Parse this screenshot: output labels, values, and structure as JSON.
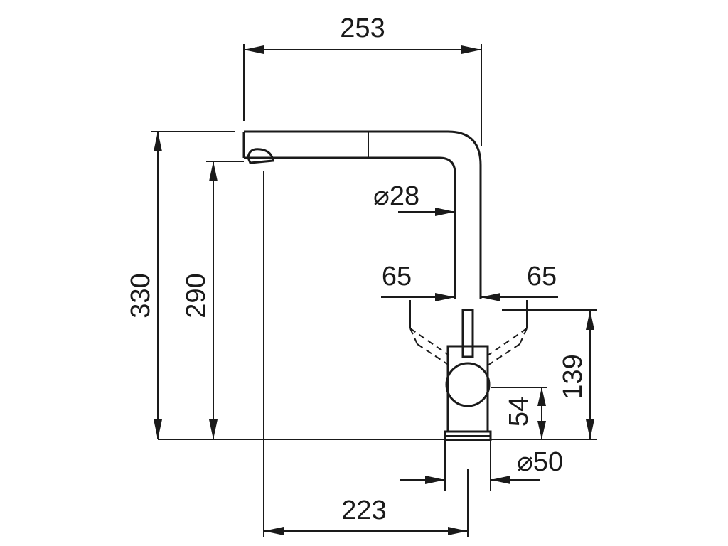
{
  "dimensions": {
    "overall_width": "253",
    "overall_height": "330",
    "spout_height": "290",
    "spout_diameter": "⌀28",
    "handle_swing_left": "65",
    "handle_swing_right": "65",
    "body_height": "139",
    "body_small_height": "54",
    "base_diameter": "⌀50",
    "reach": "223"
  }
}
